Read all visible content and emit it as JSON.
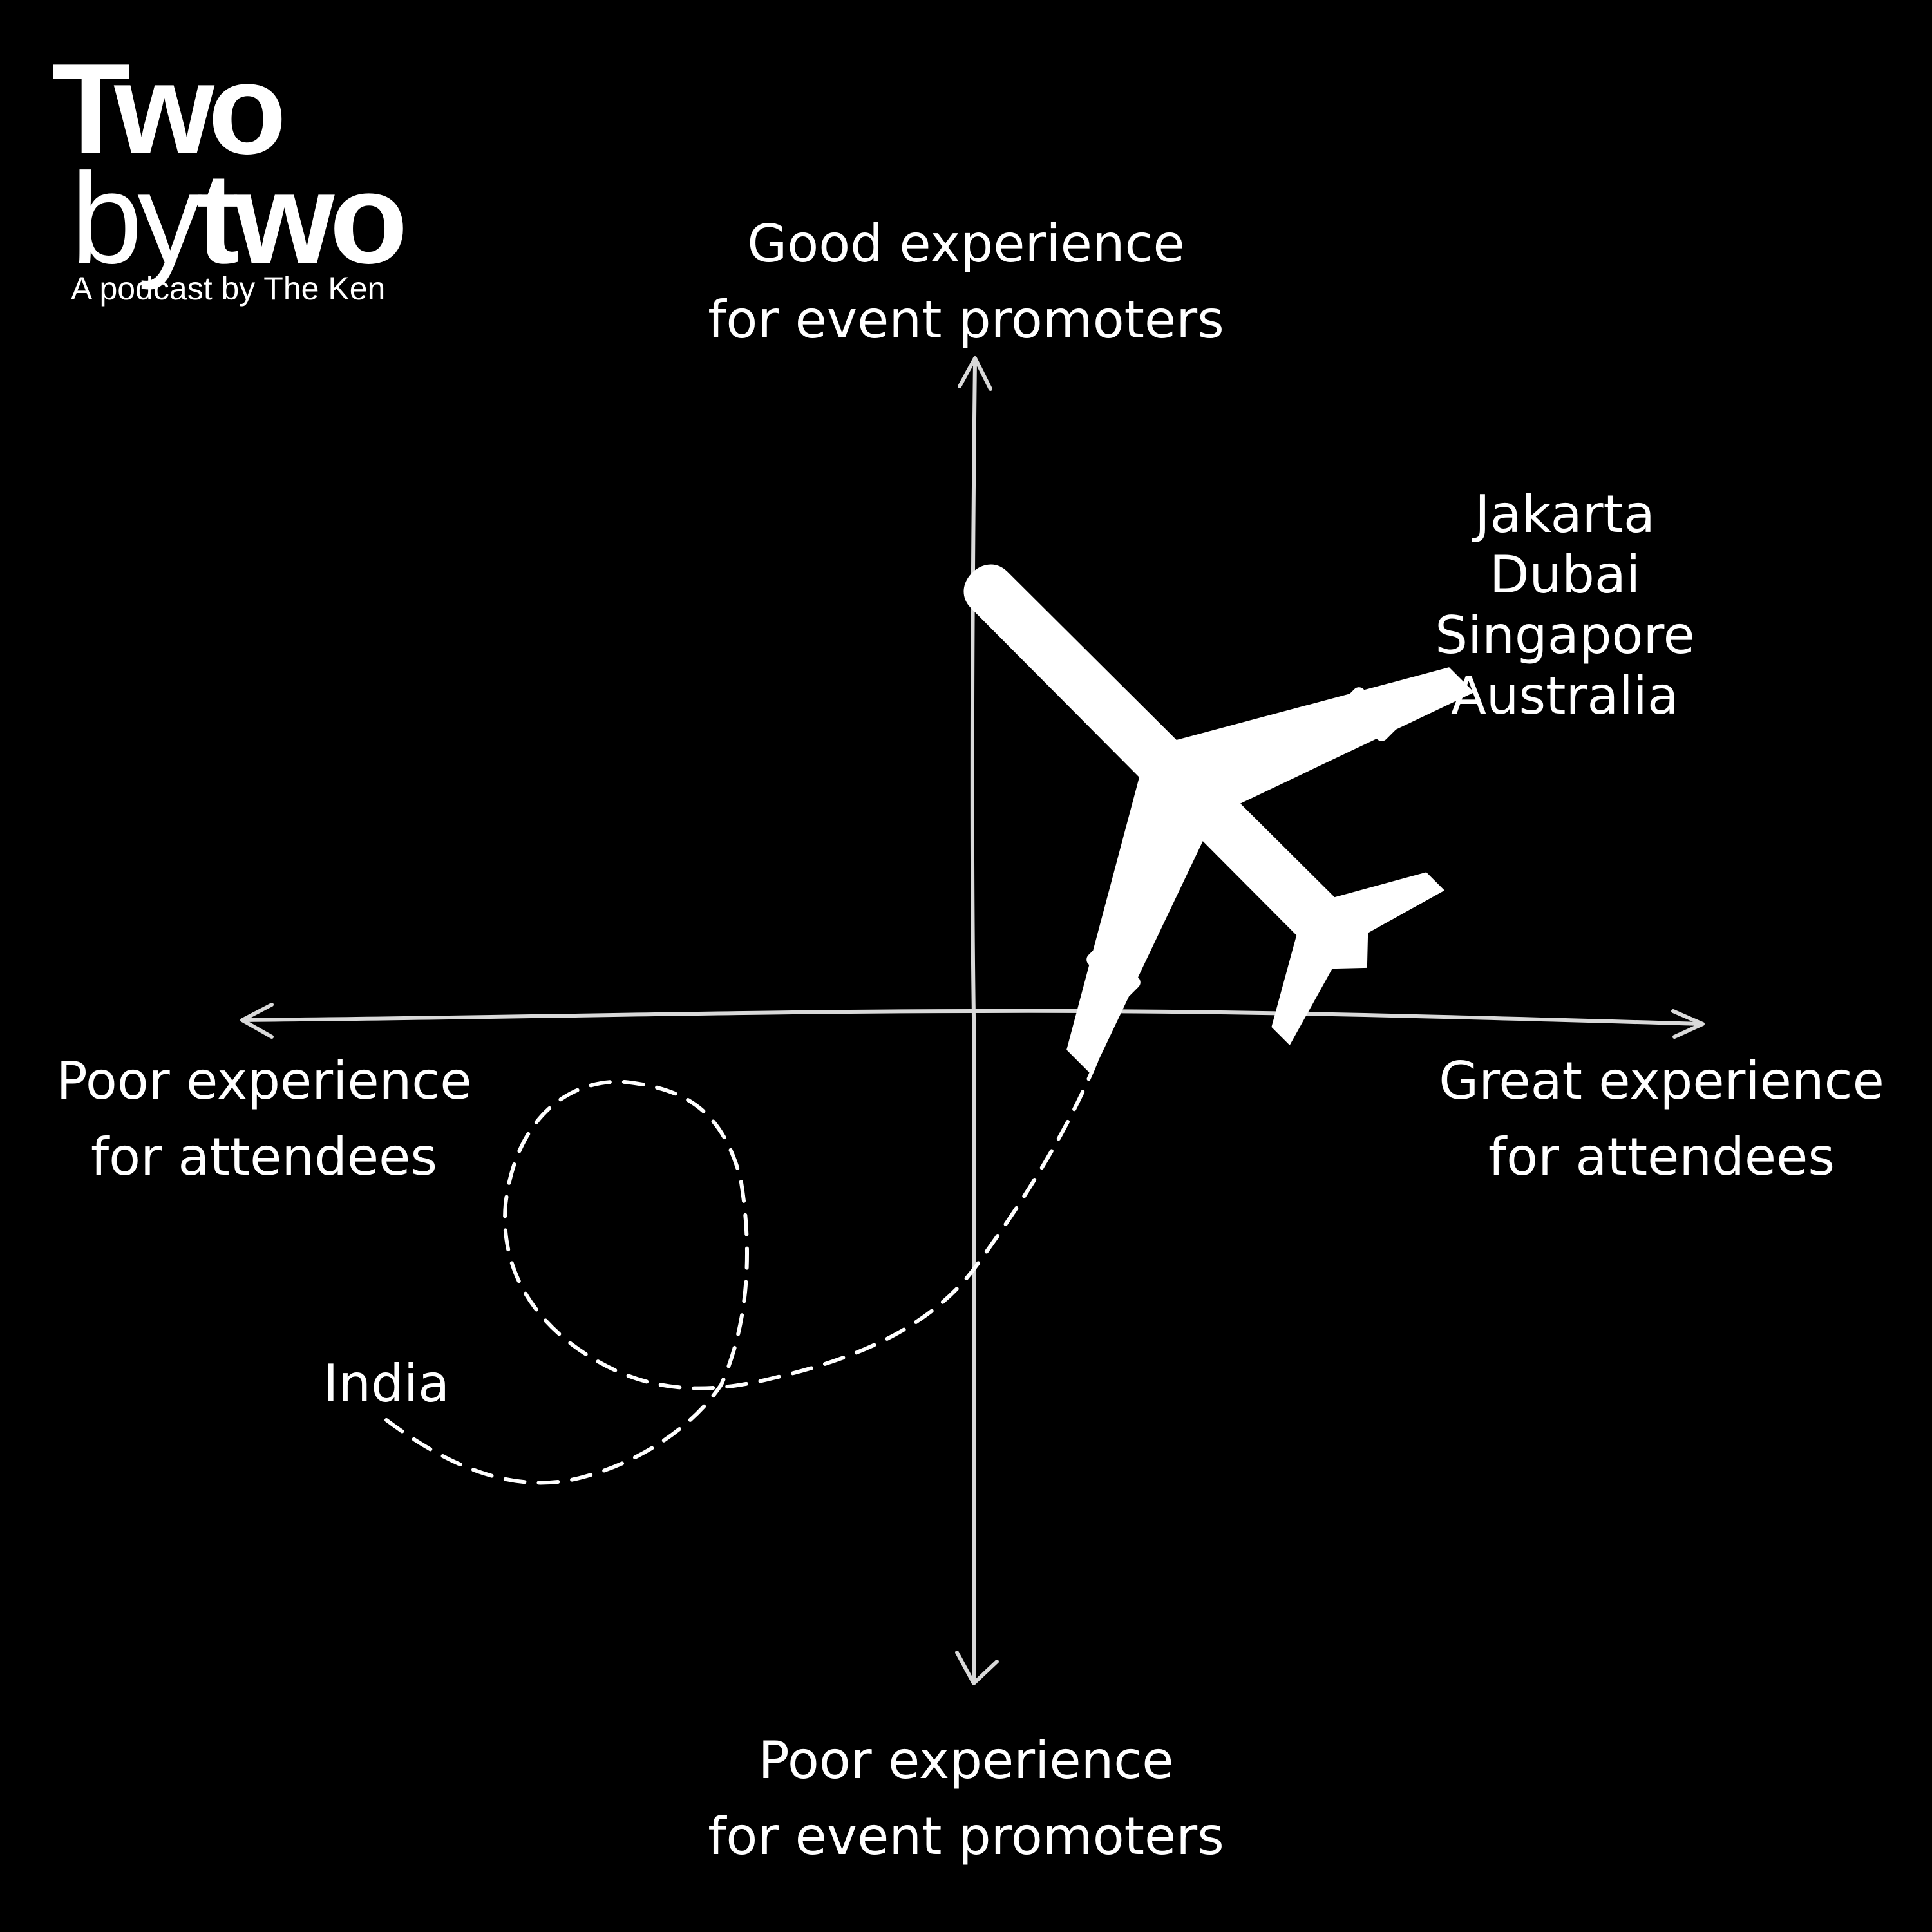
{
  "logo": {
    "title_line1": "Two",
    "title_line2_a": "by",
    "title_line2_b": "two",
    "tagline": "A podcast by The Ken"
  },
  "axes": {
    "top": [
      "Good experience",
      "for event promoters"
    ],
    "bottom": [
      "Poor experience",
      "for event promoters"
    ],
    "left": [
      "Poor experience",
      "for attendees"
    ],
    "right": [
      "Great experience",
      "for attendees"
    ]
  },
  "destinations": [
    "Jakarta",
    "Dubai",
    "Singapore",
    "Australia"
  ],
  "origin": "India",
  "icons": {
    "plane": "airplane-icon"
  },
  "colors": {
    "background": "#000000",
    "foreground": "#ffffff",
    "axis": "#d9d9d9"
  }
}
